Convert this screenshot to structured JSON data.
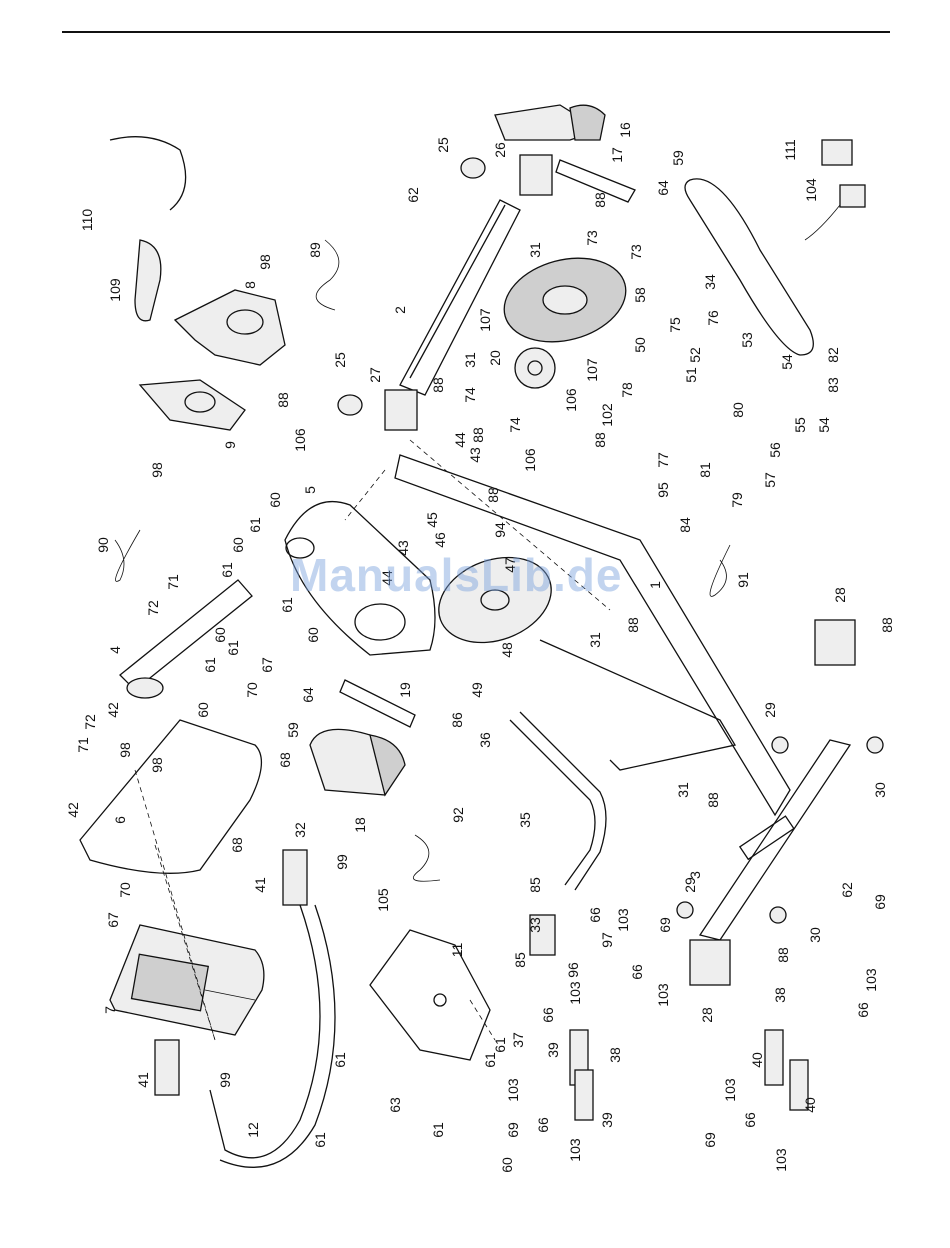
{
  "watermark": "ManualsLib.de",
  "part_labels": [
    "1",
    "2",
    "3",
    "4",
    "5",
    "6",
    "7",
    "8",
    "9",
    "11",
    "12",
    "16",
    "17",
    "18",
    "19",
    "20",
    "25",
    "26",
    "27",
    "28",
    "29",
    "30",
    "31",
    "32",
    "33",
    "34",
    "35",
    "36",
    "37",
    "38",
    "39",
    "40",
    "41",
    "42",
    "43",
    "44",
    "45",
    "46",
    "47",
    "48",
    "49",
    "50",
    "51",
    "52",
    "53",
    "54",
    "55",
    "56",
    "57",
    "58",
    "59",
    "60",
    "61",
    "62",
    "63",
    "64",
    "66",
    "67",
    "68",
    "69",
    "70",
    "71",
    "72",
    "73",
    "74",
    "75",
    "76",
    "77",
    "78",
    "79",
    "80",
    "81",
    "82",
    "83",
    "84",
    "85",
    "86",
    "88",
    "89",
    "90",
    "91",
    "92",
    "94",
    "95",
    "96",
    "97",
    "98",
    "99",
    "102",
    "103",
    "104",
    "105",
    "106",
    "107",
    "109",
    "110",
    "111"
  ]
}
